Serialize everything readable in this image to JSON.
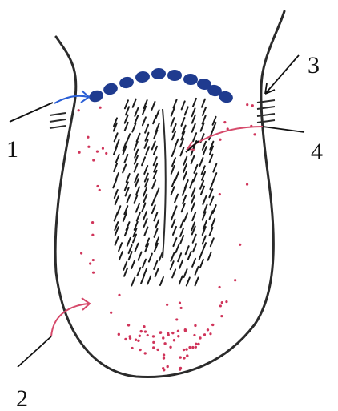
{
  "callouts": [
    {
      "label": "1"
    },
    {
      "label": "2"
    },
    {
      "label": "3"
    },
    {
      "label": "4"
    }
  ],
  "colors": {
    "outline": "#2b2b2b",
    "papillae_blue": "#1f3b8f",
    "taste_dots": "#d0345a",
    "filiform_marks": "#1b1b1b",
    "arrow_blue": "#2a5fd6",
    "arrow_red": "#d64a6b"
  }
}
